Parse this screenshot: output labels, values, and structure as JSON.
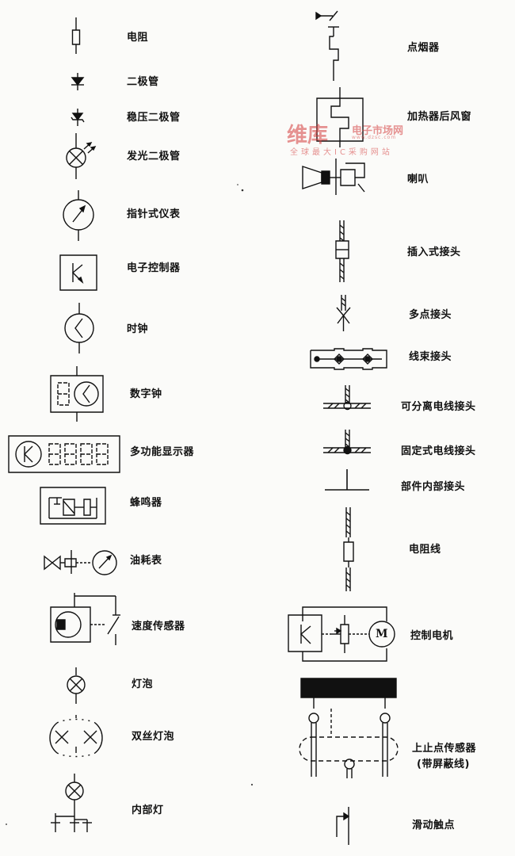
{
  "left_column": [
    {
      "label": "电阻",
      "icon": "resistor-icon"
    },
    {
      "label": "二极管",
      "icon": "diode-icon"
    },
    {
      "label": "稳压二极管",
      "icon": "zener-diode-icon"
    },
    {
      "label": "发光二极管",
      "icon": "led-icon"
    },
    {
      "label": "指针式仪表",
      "icon": "needle-gauge-icon"
    },
    {
      "label": "电子控制器",
      "icon": "electronic-controller-icon"
    },
    {
      "label": "时钟",
      "icon": "clock-icon"
    },
    {
      "label": "数字钟",
      "icon": "digital-clock-icon"
    },
    {
      "label": "多功能显示器",
      "icon": "multifunction-display-icon"
    },
    {
      "label": "蜂鸣器",
      "icon": "buzzer-icon"
    },
    {
      "label": "油耗表",
      "icon": "fuel-consumption-gauge-icon"
    },
    {
      "label": "速度传感器",
      "icon": "speed-sensor-icon"
    },
    {
      "label": "灯泡",
      "icon": "bulb-icon"
    },
    {
      "label": "双丝灯泡",
      "icon": "dual-filament-bulb-icon"
    },
    {
      "label": "内部灯",
      "icon": "interior-lamp-icon"
    }
  ],
  "right_column": [
    {
      "label": "点烟器",
      "icon": "cigarette-lighter-icon"
    },
    {
      "label": "加热器后风窗",
      "icon": "rear-window-heater-icon"
    },
    {
      "label": "喇叭",
      "icon": "horn-icon"
    },
    {
      "label": "插入式接头",
      "icon": "plug-in-connector-icon"
    },
    {
      "label": "多点接头",
      "icon": "multipoint-connector-icon"
    },
    {
      "label": "线束接头",
      "icon": "harness-connector-icon"
    },
    {
      "label": "可分离电线接头",
      "icon": "detachable-wire-joint-icon"
    },
    {
      "label": "固定式电线接头",
      "icon": "fixed-wire-joint-icon"
    },
    {
      "label": "部件内部接头",
      "icon": "internal-joint-icon"
    },
    {
      "label": "电阻线",
      "icon": "resistance-wire-icon"
    },
    {
      "label": "控制电机",
      "icon": "control-motor-icon"
    },
    {
      "label": "上止点传感器",
      "label2": "(带屏蔽线)",
      "icon": "tdc-sensor-icon"
    },
    {
      "label": "滑动触点",
      "icon": "sliding-contact-icon"
    }
  ],
  "motor_letter": "M",
  "watermark": {
    "logo": "维库",
    "site": "电子市场网",
    "domain": "www.dzsc.com",
    "slogan": "全球最大IC采购网站"
  }
}
